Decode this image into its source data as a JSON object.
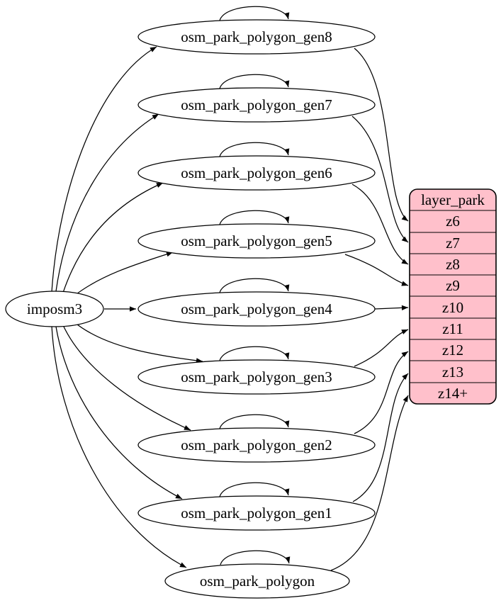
{
  "graph": {
    "source": {
      "label": "imposm3"
    },
    "tables": [
      {
        "label": "osm_park_polygon_gen8",
        "from_imposm3": true,
        "self_loop": true,
        "maps_to": "z6"
      },
      {
        "label": "osm_park_polygon_gen7",
        "from_imposm3": true,
        "self_loop": true,
        "maps_to": "z7"
      },
      {
        "label": "osm_park_polygon_gen6",
        "from_imposm3": true,
        "self_loop": true,
        "maps_to": "z8"
      },
      {
        "label": "osm_park_polygon_gen5",
        "from_imposm3": true,
        "self_loop": true,
        "maps_to": "z9"
      },
      {
        "label": "osm_park_polygon_gen4",
        "from_imposm3": true,
        "self_loop": true,
        "maps_to": "z10"
      },
      {
        "label": "osm_park_polygon_gen3",
        "from_imposm3": true,
        "self_loop": true,
        "maps_to": "z11"
      },
      {
        "label": "osm_park_polygon_gen2",
        "from_imposm3": true,
        "self_loop": true,
        "maps_to": "z12"
      },
      {
        "label": "osm_park_polygon_gen1",
        "from_imposm3": true,
        "self_loop": true,
        "maps_to": "z13"
      },
      {
        "label": "osm_park_polygon",
        "from_imposm3": true,
        "self_loop": true,
        "maps_to": "z14+"
      }
    ],
    "layer": {
      "title": "layer_park",
      "rows": [
        "z6",
        "z7",
        "z8",
        "z9",
        "z10",
        "z11",
        "z12",
        "z13",
        "z14+"
      ]
    },
    "colors": {
      "layer_fill": "#ffc0cb",
      "node_fill": "#ffffff",
      "edge": "#000000",
      "text": "#000000",
      "background": "#ffffff"
    }
  }
}
